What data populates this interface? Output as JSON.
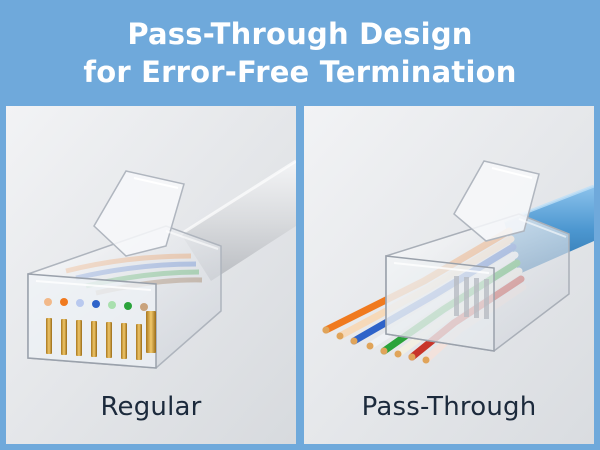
{
  "header": {
    "title_line1": "Pass-Through Design",
    "title_line2": "for Error-Free Termination"
  },
  "panels": {
    "left": {
      "label": "Regular"
    },
    "right": {
      "label": "Pass-Through"
    }
  },
  "colors": {
    "background": "#6fa9db",
    "panel_bg": "#e9ebee",
    "caption_text": "#1c2a3c",
    "left_cable": "#d8dadd",
    "right_cable": "#4c97d0",
    "wire_colors": [
      "#f07a1f",
      "#f6d9b9",
      "#2e63c9",
      "#eef1f5",
      "#2aa33b",
      "#f2efe2",
      "#c8342a",
      "#f3e2dc"
    ]
  }
}
